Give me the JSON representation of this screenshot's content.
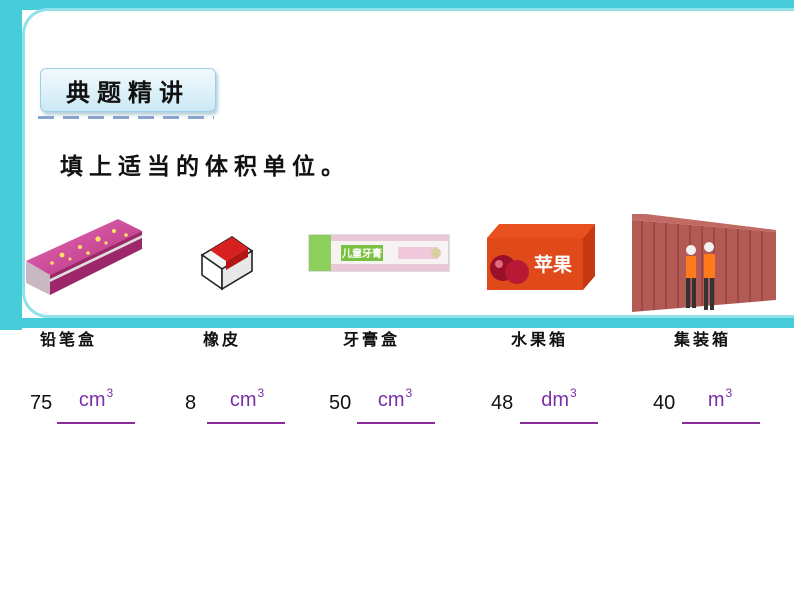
{
  "header": {
    "badge_title": "典题精讲",
    "instruction": "填上适当的体积单位。"
  },
  "items": [
    {
      "name": "铅笔盒",
      "number": "75",
      "unit": "cm",
      "unit_exp": "3"
    },
    {
      "name": "橡皮",
      "number": "8",
      "unit": "cm",
      "unit_exp": "3"
    },
    {
      "name": "牙膏盒",
      "number": "50",
      "unit": "cm",
      "unit_exp": "3"
    },
    {
      "name": "水果箱",
      "number": "48",
      "unit": "dm",
      "unit_exp": "3"
    },
    {
      "name": "集装箱",
      "number": "40",
      "unit": "m",
      "unit_exp": "3"
    }
  ],
  "pictures": {
    "toothpaste_brand": "儿童牙膏",
    "fruit_box_text": "苹果"
  },
  "colors": {
    "frame": "#47cdd9",
    "unit_text": "#7a2fa8",
    "blank_line": "#8a2a9a"
  }
}
